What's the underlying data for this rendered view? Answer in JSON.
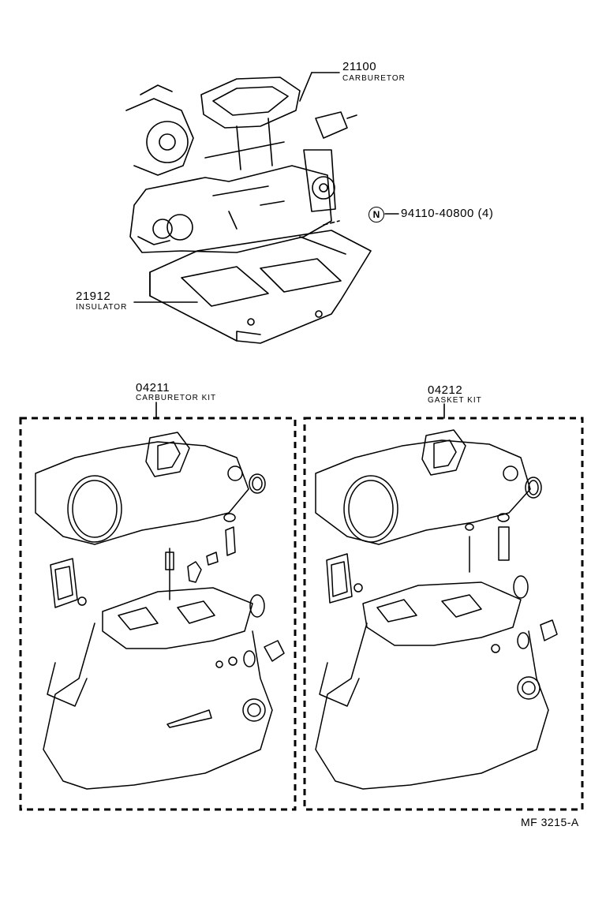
{
  "parts": {
    "carburetor": {
      "number": "21100",
      "name": "CARBURETOR"
    },
    "insulator": {
      "number": "21912",
      "name": "INSULATOR"
    },
    "nut": {
      "symbol": "N",
      "number": "94110-40800",
      "qty": "(4)"
    },
    "carburetor_kit": {
      "number": "04211",
      "name": "CARBURETOR KIT"
    },
    "gasket_kit": {
      "number": "04212",
      "name": "GASKET KIT"
    }
  },
  "figure_id": "MF 3215-A"
}
